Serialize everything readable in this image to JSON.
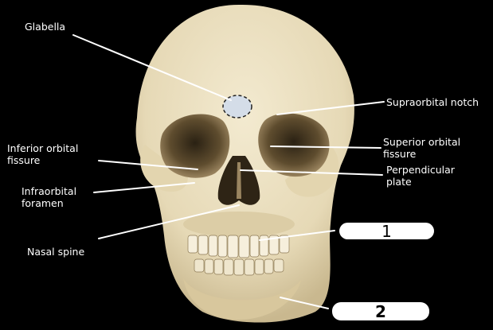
{
  "diagram": {
    "background_color": "#000000",
    "bone_color": "#ede3c6",
    "highlight_color": "#d4dde8",
    "labels": {
      "glabella": "Glabella",
      "supraorbital_notch": "Supraorbital notch",
      "superior_orbital_fissure": [
        "Superior orbital",
        "fissure"
      ],
      "perpendicular_plate": [
        "Perpendicular",
        "plate"
      ],
      "inferior_orbital_fissure": [
        "Inferior orbital",
        "fissure"
      ],
      "infraorbital_foramen": [
        "Infraorbital",
        "foramen"
      ],
      "nasal_spine": "Nasal spine"
    },
    "answer_boxes": [
      {
        "number": "1"
      },
      {
        "number": "2"
      }
    ]
  }
}
